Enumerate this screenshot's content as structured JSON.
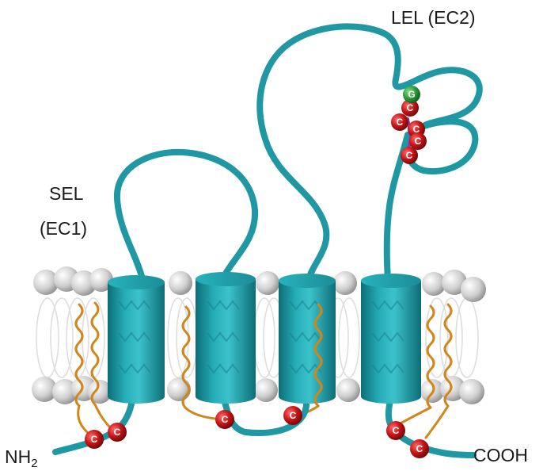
{
  "labels": {
    "lel": "LEL (EC2)",
    "sel_line1": "SEL",
    "sel_line2": "(EC1)",
    "nterm_main": "NH",
    "nterm_sub": "2",
    "cterm": "COOH"
  },
  "residues": {
    "cys_letter": "C",
    "gly_letter": "G"
  },
  "colors": {
    "backbone": "#1f98a4",
    "helix": "#22a3ad",
    "palmitoyl": "#d1861b",
    "cysteine": "#c21416",
    "glycine": "#2b9a3a",
    "disulfide": "#8e3ba0",
    "lipid_head": "#d3d3d3",
    "lipid_tail": "#e2e2e2",
    "label": "#1a1a1a"
  }
}
